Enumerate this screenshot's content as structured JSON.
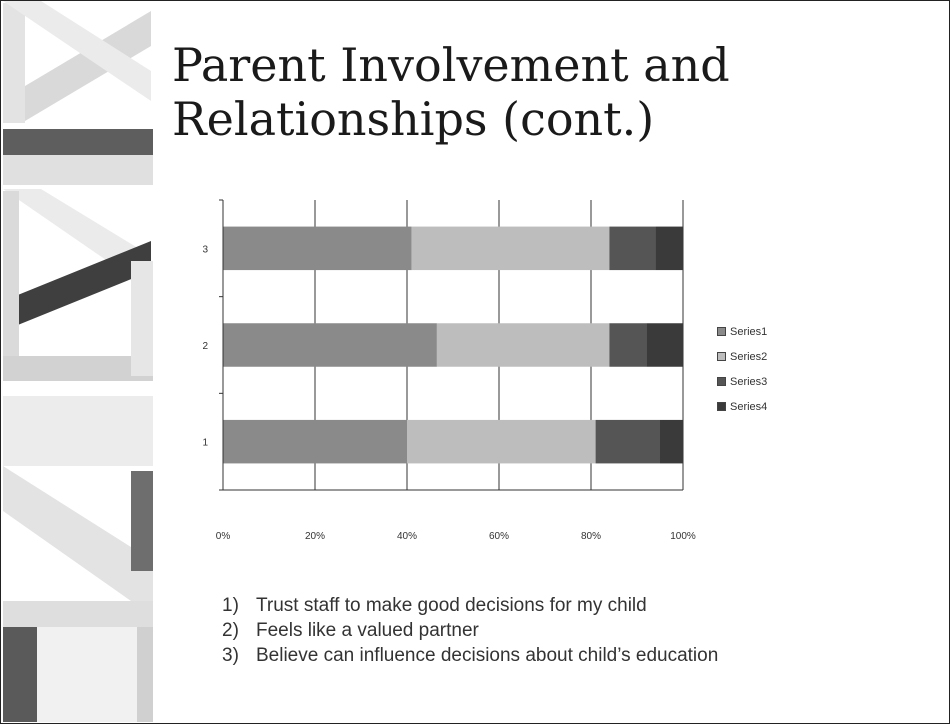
{
  "slide": {
    "title_line1": "Parent Involvement and",
    "title_line2": "Relationships (cont.)"
  },
  "chart_data": {
    "type": "bar",
    "orientation": "horizontal",
    "stacking": "percent",
    "categories": [
      "1",
      "2",
      "3"
    ],
    "series": [
      {
        "name": "Series1",
        "values": [
          40,
          46.5,
          41
        ],
        "color": "#8a8a8a"
      },
      {
        "name": "Series2",
        "values": [
          41,
          37.5,
          43
        ],
        "color": "#bdbdbd"
      },
      {
        "name": "Series3",
        "values": [
          14,
          8,
          10
        ],
        "color": "#555555"
      },
      {
        "name": "Series4",
        "values": [
          5,
          8,
          6
        ],
        "color": "#3a3a3a"
      }
    ],
    "x_ticks": [
      "0%",
      "20%",
      "40%",
      "60%",
      "80%",
      "100%"
    ],
    "xlim": [
      0,
      100
    ],
    "grid": true,
    "legend_position": "right"
  },
  "notes": [
    {
      "num": "1)",
      "text": "Trust staff to make good decisions for my child"
    },
    {
      "num": "2)",
      "text": "Feels like a valued partner"
    },
    {
      "num": "3)",
      "text": "Believe can influence decisions about child’s education"
    }
  ]
}
